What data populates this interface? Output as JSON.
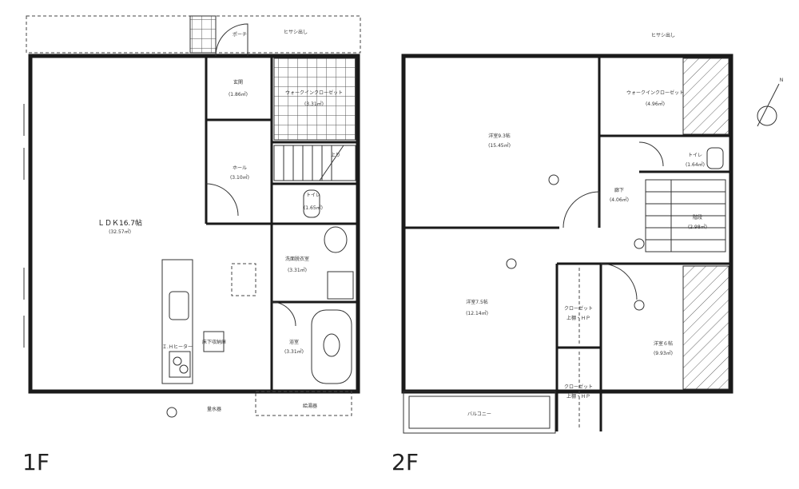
{
  "floor_labels": {
    "first": "1F",
    "second": "2F"
  },
  "first_floor": {
    "rooms": {
      "ldk": {
        "name": "ＬＤＫ16.7帖",
        "area": "(32.57㎡)"
      },
      "entrance": {
        "name": "玄関",
        "area": "(1.86㎡)"
      },
      "walkin_closet": {
        "name": "ウォークインクローゼット",
        "area": "(3.31㎡)"
      },
      "hall": {
        "name": "ホール",
        "area": "(3.10㎡)"
      },
      "toilet": {
        "name": "トイレ",
        "area": "(1.65㎡)"
      },
      "washroom": {
        "name": "洗面脱衣室",
        "area": "(3.31㎡)"
      },
      "bathroom": {
        "name": "浴室",
        "area": "(3.31㎡)"
      }
    },
    "porch": "ポーチ",
    "stairs_up": "上り",
    "kitchen_label": "Ｉ.Ｈヒーター",
    "storage_label": "床下収納庫",
    "water_heater": "給湯器",
    "water_meter": "量水器",
    "top_note": "ヒサシ出し"
  },
  "second_floor": {
    "rooms": {
      "western_93": {
        "name": "洋室9.3帖",
        "area": "(15.45㎡)"
      },
      "western_75": {
        "name": "洋室7.5帖",
        "area": "(12.14㎡)"
      },
      "western_6": {
        "name": "洋室６帖",
        "area": "(9.93㎡)"
      },
      "walkin_closet": {
        "name": "ウォークインクローゼット",
        "area": "(4.96㎡)"
      },
      "toilet": {
        "name": "トイレ",
        "area": "(1.64㎡)"
      },
      "corridor": {
        "name": "廊下",
        "area": "(4.06㎡)"
      },
      "stairwell": {
        "name": "階段",
        "area": "(2.98㎡)"
      },
      "closet_1": {
        "name": "クローゼット",
        "note": "上棚・ＨＰ"
      },
      "closet_2": {
        "name": "クローゼット",
        "note": "上棚・ＨＰ"
      }
    },
    "balcony": {
      "name": "バルコニー"
    },
    "top_note": "ヒサシ出し",
    "compass": "N"
  },
  "colors": {
    "ink": "#1a1a1a",
    "paper": "#ffffff"
  }
}
